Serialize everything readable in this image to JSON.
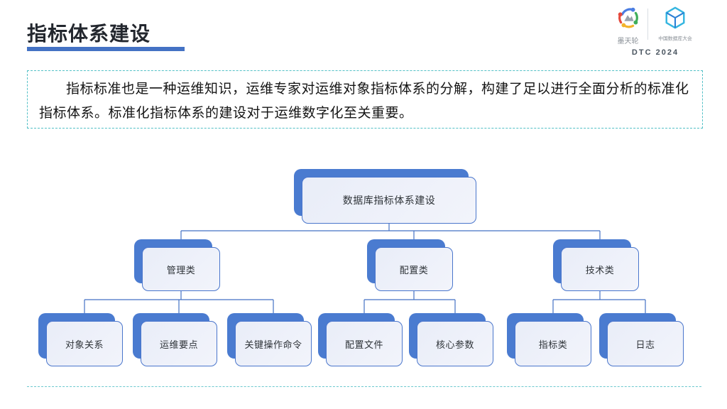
{
  "slide": {
    "title": "指标体系建设"
  },
  "brand": {
    "left_logo": "墨天轮",
    "right_logo": "中国数据库大会",
    "event": "DTC 2024"
  },
  "intro": {
    "text": "指标标准也是一种运维知识，运维专家对运维对象指标体系的分解，构建了足以进行全面分析的标准化指标体系。标准化指标体系的建设对于运维数字化至关重要。"
  },
  "diagram": {
    "tree": {
      "label": "数据库指标体系建设",
      "children": [
        {
          "label": "管理类",
          "children": [
            "对象关系",
            "运维要点",
            "关键操作命令"
          ]
        },
        {
          "label": "配置类",
          "children": [
            "配置文件",
            "核心参数"
          ]
        },
        {
          "label": "技术类",
          "children": [
            "指标类",
            "日志"
          ]
        }
      ]
    },
    "colors": {
      "accent": "#4472c4",
      "card_shadow": "#4a7bd0",
      "card_border": "#4a76cc",
      "card_bg": "#eef1fa",
      "connector": "#4472c4",
      "intro_border": "#52c0c6"
    }
  }
}
